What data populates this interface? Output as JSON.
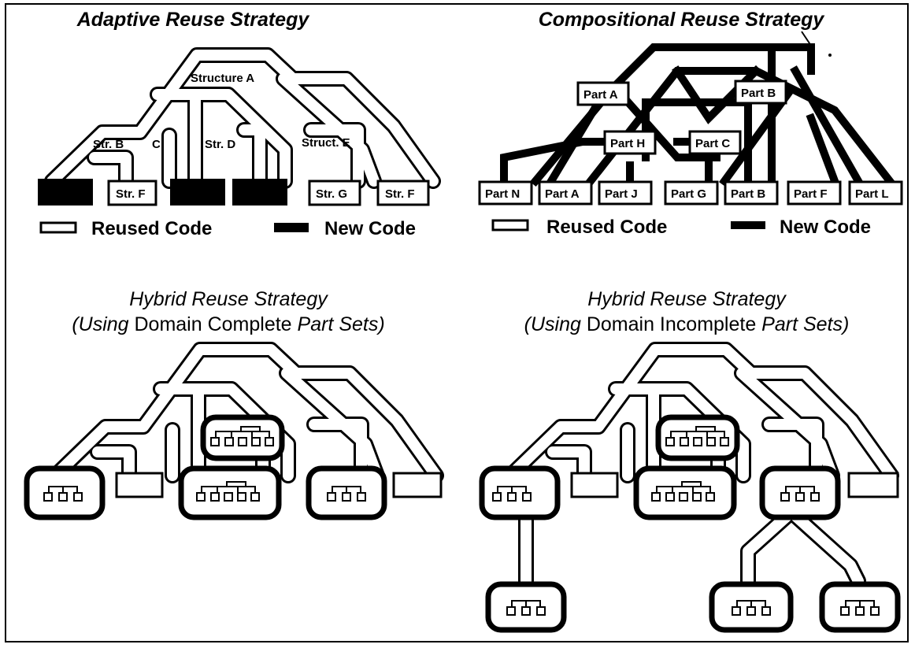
{
  "adaptive": {
    "title": "Adaptive Reuse Strategy",
    "structures": {
      "a": "Structure A",
      "b": "Str. B",
      "c": "C",
      "d": "Str. D",
      "e": "Struct. E"
    },
    "boxes": {
      "f1": "Str. F",
      "g": "Str. G",
      "f2": "Str. F"
    },
    "legend": {
      "reused": "Reused Code",
      "new": "New Code"
    }
  },
  "compositional": {
    "title": "Compositional Reuse Strategy",
    "mid_parts": [
      "Part A",
      "Part B",
      "Part H",
      "Part C"
    ],
    "bottom_parts": [
      "Part N",
      "Part A",
      "Part J",
      "Part G",
      "Part B",
      "Part F",
      "Part L"
    ],
    "legend": {
      "reused": "Reused Code",
      "new": "New Code"
    }
  },
  "hybrid_complete": {
    "title": "Hybrid Reuse Strategy",
    "subtitle": {
      "open": "(Using ",
      "bold": "Domain Complete",
      "close": " Part Sets)"
    }
  },
  "hybrid_incomplete": {
    "title": "Hybrid Reuse Strategy",
    "subtitle": {
      "open": "(Using ",
      "bold": "Domain Incomplete",
      "close": " Part Sets)"
    }
  }
}
